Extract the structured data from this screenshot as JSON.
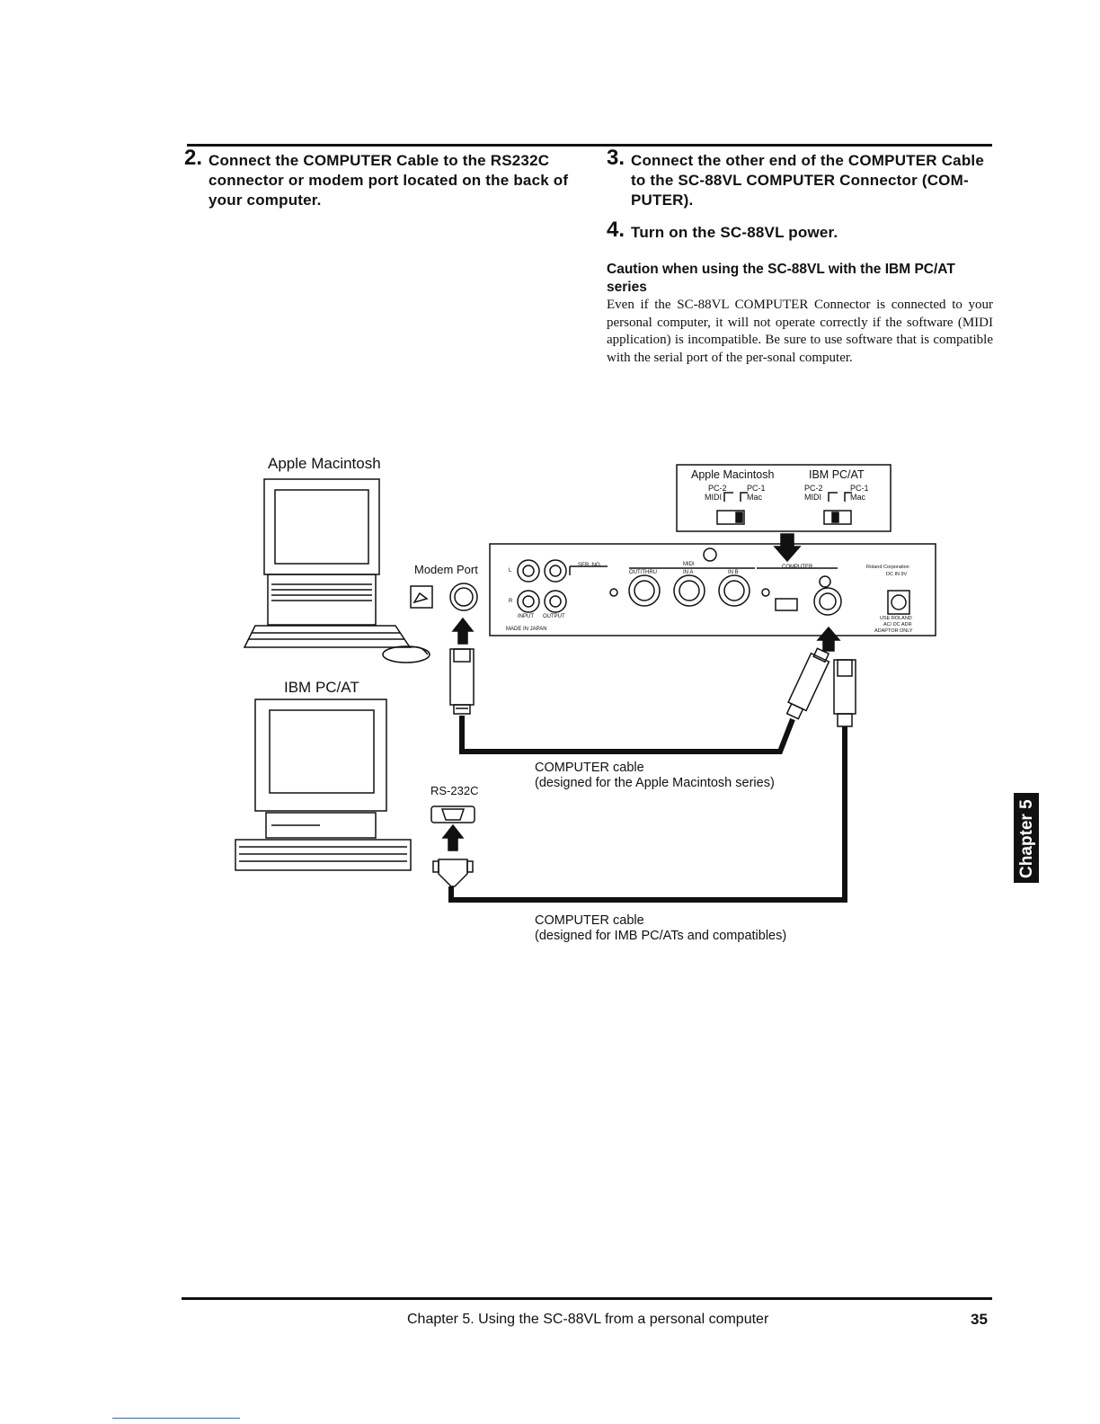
{
  "steps": [
    {
      "num": "2.",
      "text": "Connect the COMPUTER Cable to the RS232C connector or modem port located on the back of your computer."
    },
    {
      "num": "3.",
      "text": "Connect the other end of the COMPUTER Cable to the SC-88VL COMPUTER Connector (COM-PUTER)."
    },
    {
      "num": "4.",
      "text": "Turn on the SC-88VL power."
    }
  ],
  "caution": {
    "title": "Caution when using the SC-88VL with the IBM PC/AT series",
    "body": "Even if the SC-88VL COMPUTER Connector is connected to your personal computer, it will not operate correctly if the software (MIDI application) is incompatible. Be sure to use software that is compatible with the serial port of the per-sonal computer."
  },
  "diagram": {
    "mac_label": "Apple Macintosh",
    "ibm_label": "IBM PC/AT",
    "modem_port": "Modem Port",
    "rs232c": "RS-232C",
    "switch_box": {
      "mac_title": "Apple Macintosh",
      "ibm_title": "IBM PC/AT",
      "pc2": "PC-2",
      "pc1": "PC-1",
      "midi": "MIDI",
      "mac": "Mac"
    },
    "panel": {
      "ser_no": "SER. NO.",
      "input": "INPUT",
      "output": "OUTPUT",
      "made_in": "MADE IN JAPAN",
      "midi": "MIDI",
      "out_thru": "OUT/THRU",
      "in_a": "IN A",
      "in_b": "IN B",
      "computer": "COMPUTER",
      "roland": "Roland Corporation",
      "dc_in": "DC IN 9V",
      "use_roland": "USE ROLAND",
      "ac_dc": "AC/ DC ADR",
      "adaptor_only": "ADAPTOR ONLY",
      "l": "L",
      "r": "R"
    },
    "cable_mac": {
      "line1": "COMPUTER cable",
      "line2": "(designed for the Apple Macintosh series)"
    },
    "cable_ibm": {
      "line1": "COMPUTER cable",
      "line2": "(designed for IMB PC/ATs and compatibles)"
    }
  },
  "footer": {
    "chapter": "Chapter 5. Using the SC-88VL from a personal computer",
    "page": "35"
  },
  "side_tab": "Chapter 5"
}
